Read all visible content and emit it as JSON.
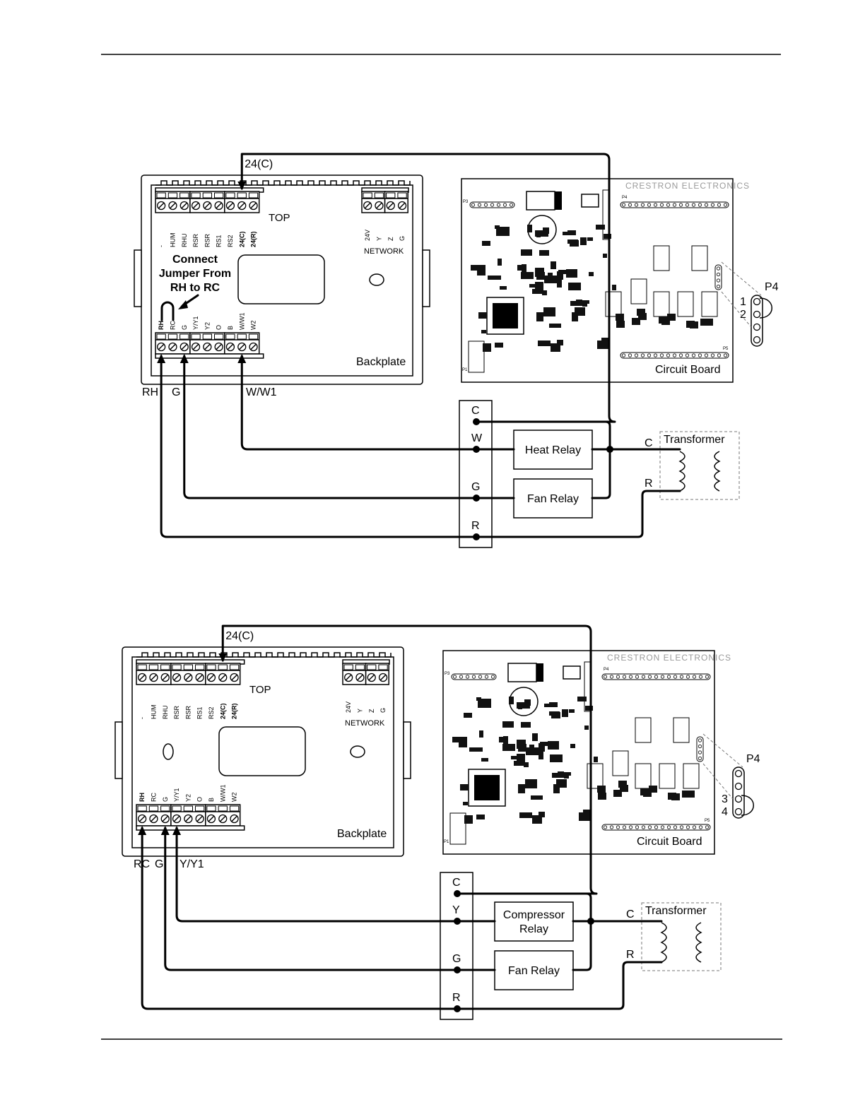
{
  "diagrams": [
    {
      "backplate": {
        "top_label": "TOP",
        "top_terminals": [
          "-",
          "HUM",
          "RHU",
          "RSR",
          "RSR",
          "RS1",
          "RS2",
          "24(C)",
          "24(R)"
        ],
        "network_terminals": [
          "24V",
          "Y",
          "Z",
          "G"
        ],
        "network_label": "NETWORK",
        "bottom_terminals": [
          "RH",
          "RC",
          "G",
          "Y/Y1",
          "Y2",
          "O",
          "B",
          "W/W1",
          "W2"
        ],
        "name": "Backplate",
        "jumper_note": [
          "Connect",
          "Jumper From",
          "RH to RC"
        ]
      },
      "wire_labels": [
        "24(C)",
        "RH",
        "G",
        "W/W1"
      ],
      "circuit_board": {
        "brand": "CRESTRON ELECTRONICS",
        "name": "Circuit Board",
        "headers": [
          "P3",
          "P4",
          "P5",
          "P1"
        ]
      },
      "jumper_detail": {
        "title": "P4",
        "pins": [
          "1",
          "2"
        ]
      },
      "terminal_strip": [
        "C",
        "W",
        "G",
        "R"
      ],
      "relays": [
        [
          "Heat Relay"
        ],
        [
          "Fan Relay"
        ]
      ],
      "transformer": {
        "name": "Transformer",
        "leads": [
          "C",
          "R"
        ]
      }
    },
    {
      "backplate": {
        "top_label": "TOP",
        "top_terminals": [
          "-",
          "HUM",
          "RHU",
          "RSR",
          "RSR",
          "RS1",
          "RS2",
          "24(C)",
          "24(R)"
        ],
        "network_terminals": [
          "24V",
          "Y",
          "Z",
          "G"
        ],
        "network_label": "NETWORK",
        "bottom_terminals": [
          "RH",
          "RC",
          "G",
          "Y/Y1",
          "Y2",
          "O",
          "B",
          "W/W1",
          "W2"
        ],
        "name": "Backplate",
        "jumper_note": []
      },
      "wire_labels": [
        "24(C)",
        "RC",
        "G",
        "Y/Y1"
      ],
      "circuit_board": {
        "brand": "CRESTRON ELECTRONICS",
        "name": "Circuit Board",
        "headers": [
          "P3",
          "P4",
          "P5",
          "P1"
        ]
      },
      "jumper_detail": {
        "title": "P4",
        "pins": [
          "3",
          "4"
        ]
      },
      "terminal_strip": [
        "C",
        "Y",
        "G",
        "R"
      ],
      "relays": [
        [
          "Compressor",
          "Relay"
        ],
        [
          "Fan Relay"
        ]
      ],
      "transformer": {
        "name": "Transformer",
        "leads": [
          "C",
          "R"
        ]
      }
    }
  ]
}
